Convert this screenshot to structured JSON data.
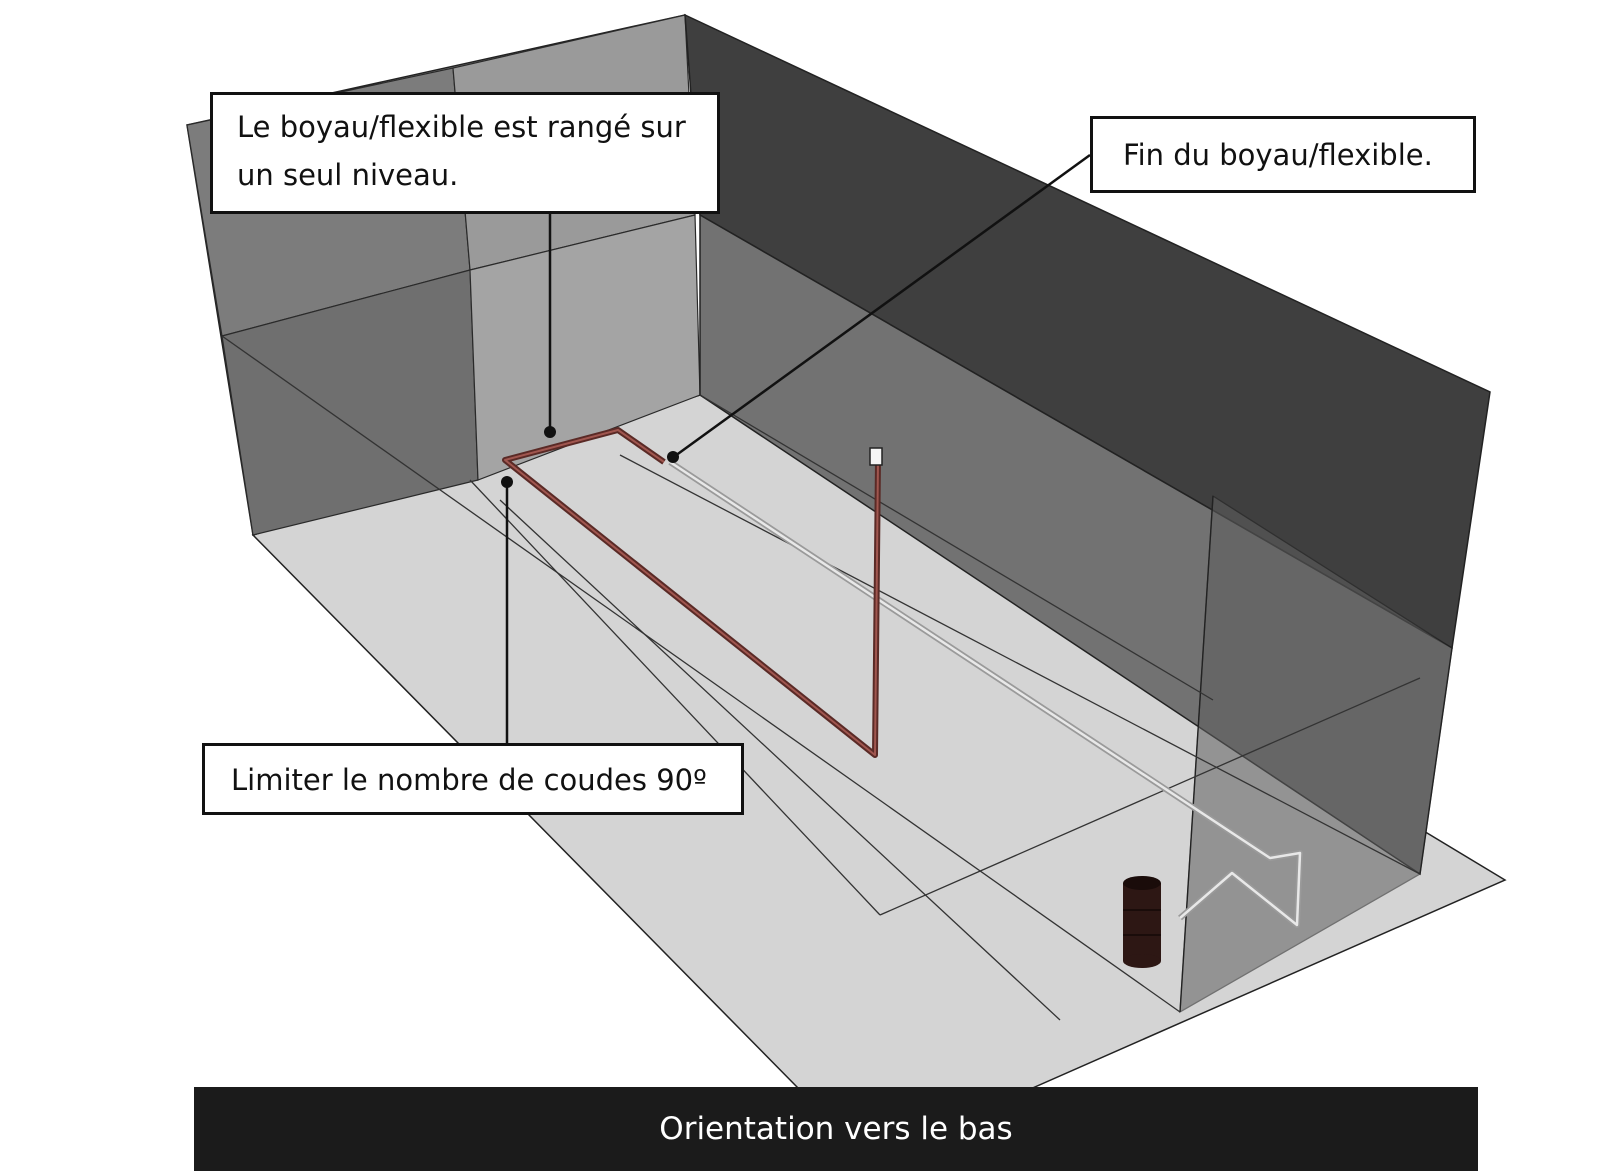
{
  "callouts": {
    "single_level": "Le boyau/flexible est rangé sur\nun seul niveau.",
    "hose_end": "Fin du boyau/flexible.",
    "limit_elbows": "Limiter le nombre de coudes 90º"
  },
  "caption": "Orientation vers le bas",
  "colors": {
    "hose": "#5a2a26",
    "barrel": "#2d1714",
    "back_wall": "#424242",
    "floor": "#d4d4d4",
    "caption_bg": "#1b1b1b"
  }
}
